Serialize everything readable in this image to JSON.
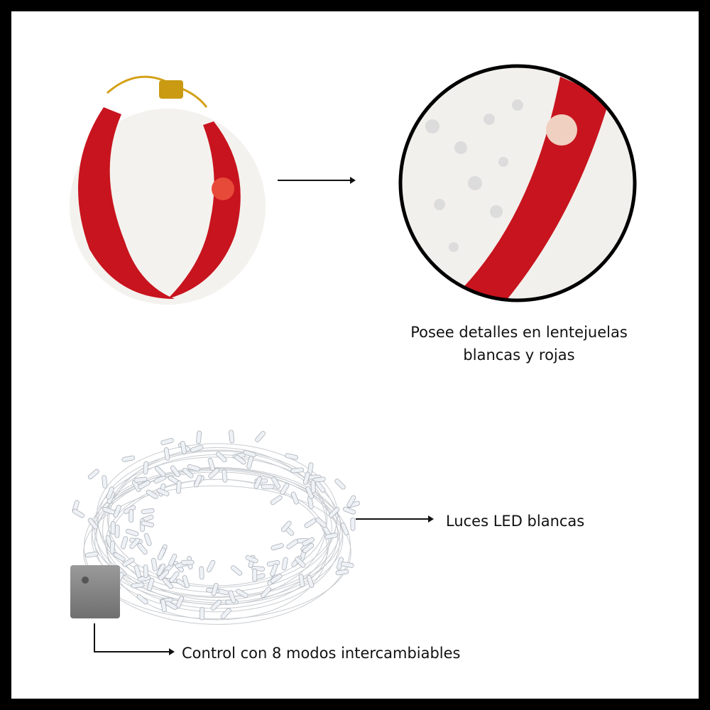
{
  "captions": {
    "sequins_line1": "Posee detalles en lentejuelas",
    "sequins_line2": "blancas y rojas",
    "led": "Luces LED blancas",
    "control": "Control con 8 modos intercambiables"
  },
  "colors": {
    "border": "#000000",
    "sequin_red": "#c8141e",
    "ball_white": "#f4f2ee",
    "hanger_gold": "#d4a017"
  }
}
